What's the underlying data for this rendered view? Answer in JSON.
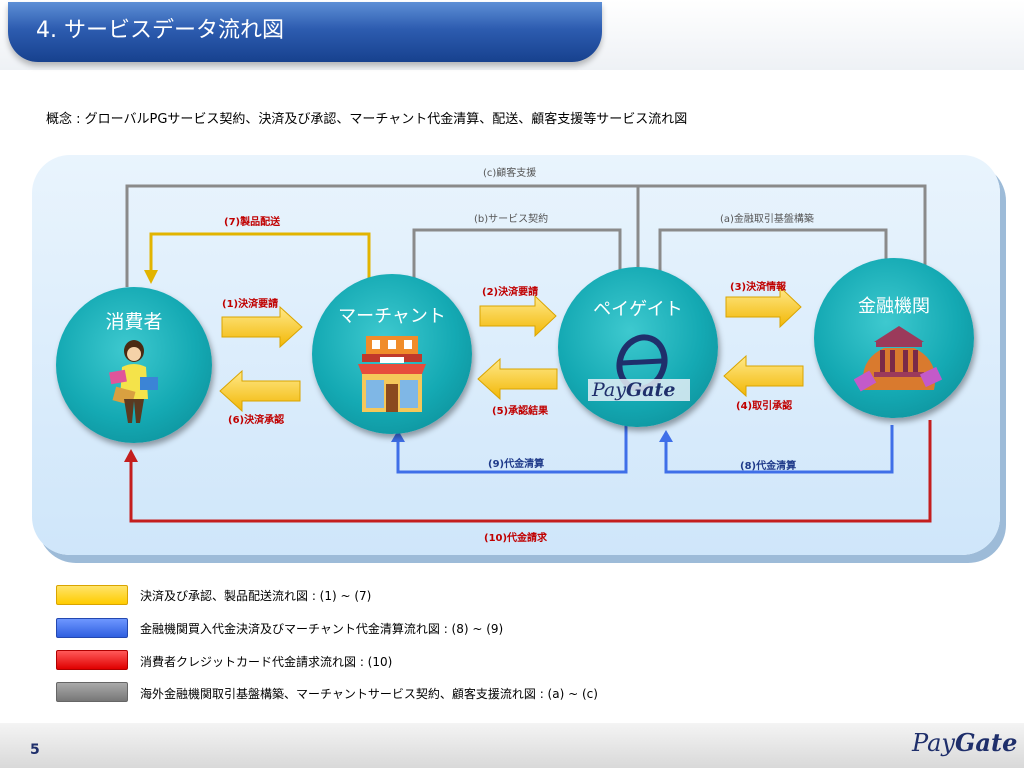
{
  "slide": {
    "title": "4. サービスデータ流れ図",
    "subtitle": "概念 : グローバルPGサービス契約、決済及び承認、マーチャント代金清算、配送、顧客支援等サービス流れ図",
    "page_number": "5"
  },
  "nodes": {
    "consumer": "消費者",
    "merchant": "マーチャント",
    "paygate": "ペイゲイト",
    "financial": "金融機関"
  },
  "flows": {
    "f1": "(1)決済要請",
    "f2": "(2)決済要請",
    "f3": "(3)決済情報",
    "f4": "(4)取引承認",
    "f5": "(5)承認結果",
    "f6": "(6)決済承認",
    "f7": "(7)製品配送",
    "f8": "(8)代金清算",
    "f9": "(9)代金清算",
    "f10": "(10)代金請求",
    "fa": "(a)金融取引基盤構築",
    "fb": "(b)サービス契約",
    "fc": "(c)顧客支援"
  },
  "legend": [
    {
      "color": "#ffd21f",
      "text": "決済及び承認、製品配送流れ図 : (1) ~ (7)"
    },
    {
      "color": "#3f6fe8",
      "text": "金融機関買入代金決済及びマーチャント代金清算流れ図 : (8) ~ (9)"
    },
    {
      "color": "#ff1f1f",
      "text": "消費者クレジットカード代金請求流れ図 : (10)"
    },
    {
      "color": "#888888",
      "text": "海外金融機関取引基盤構築、マーチャントサービス契約、顧客支援流れ図 : (a) ~ (c)"
    }
  ],
  "logo": {
    "pay": "Pay",
    "gate": "Gate"
  },
  "colors": {
    "yellow": "#ffd21f",
    "blue": "#3f6fe8",
    "red": "#c41e1e",
    "gray": "#8a8a8a",
    "teal": "#14a9b3",
    "navy": "#1f3a8a"
  }
}
